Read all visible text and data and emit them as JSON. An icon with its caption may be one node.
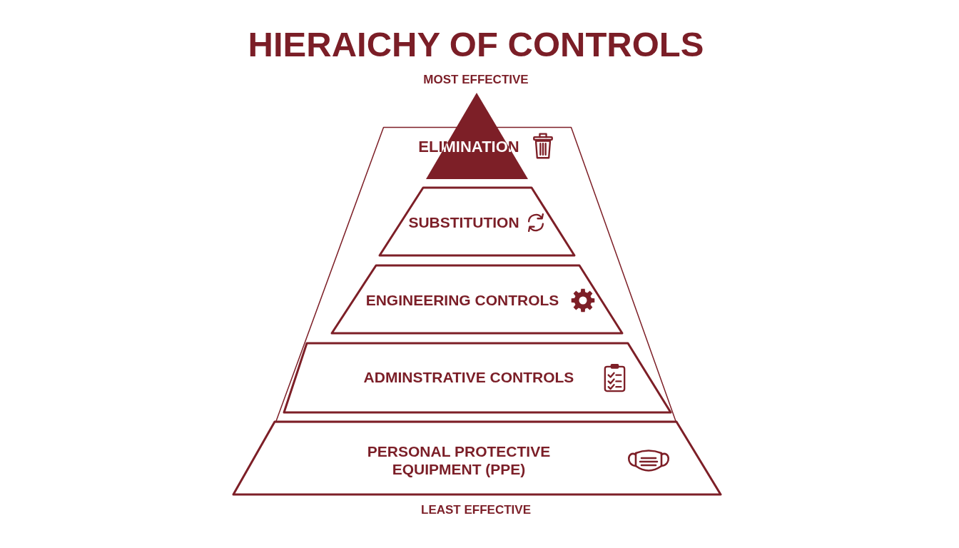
{
  "diagram": {
    "title": "HIERAICHY OF CONTROLS",
    "nodes": [
      {
        "text": [],
        "shape": "trapezoid"
      },
      {
        "text": [
          "ELIMINATION"
        ]
      },
      {
        "text": [
          "SUBSTITUTION"
        ],
        "in": 0
      },
      {
        "text": [
          "ENGINEERING CONTROLS"
        ],
        "in": 0
      },
      {
        "text": [
          "ADMINSTRATIVE CONTROLS"
        ],
        "in": 0
      },
      {
        "text": [
          "PERSONAL PROTECTIVE EQUIPMENT (PPE)"
        ]
      }
    ],
    "labels": [
      "MOST EFFECTIVE",
      "LEAST EFFECTIVE"
    ]
  }
}
